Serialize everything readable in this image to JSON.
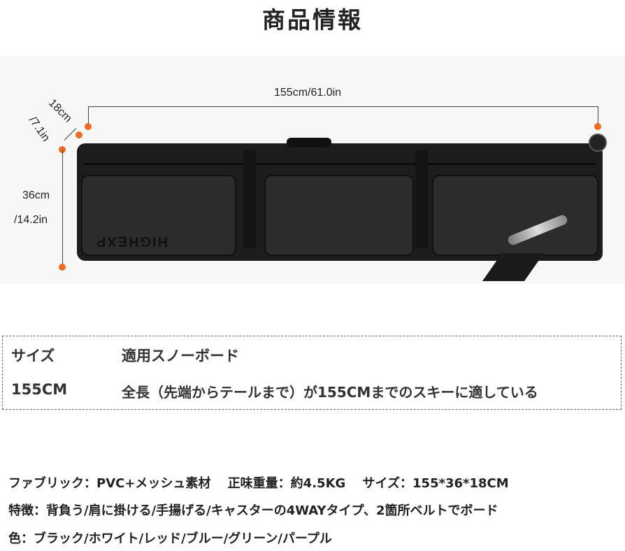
{
  "title": "商品情報",
  "dimensions": {
    "length": "155cm/61.0in",
    "depth_cm": "18cm",
    "depth_in": "/7.1in",
    "height_cm": "36cm",
    "height_in": "/14.2in",
    "brand_text": "HIGHEXP",
    "marker_color": "#ef6b22"
  },
  "spec_table": {
    "headers": [
      "サイズ",
      "適用スノーボード"
    ],
    "rows": [
      [
        "155CM",
        "全長（先端からテールまで）が155CMまでのスキーに適している"
      ]
    ]
  },
  "details": {
    "line1": "ファブリック：PVC+メッシュ素材　 正味重量：約4.5KG　 サイズ：155*36*18CM",
    "line2": "特徴：背負う/肩に掛ける/手揚げる/キャスターの4WAYタイプ、2箇所ベルトでボード",
    "line3": "色：ブラック/ホワイト/レッド/ブルー/グリーン/パープル"
  }
}
